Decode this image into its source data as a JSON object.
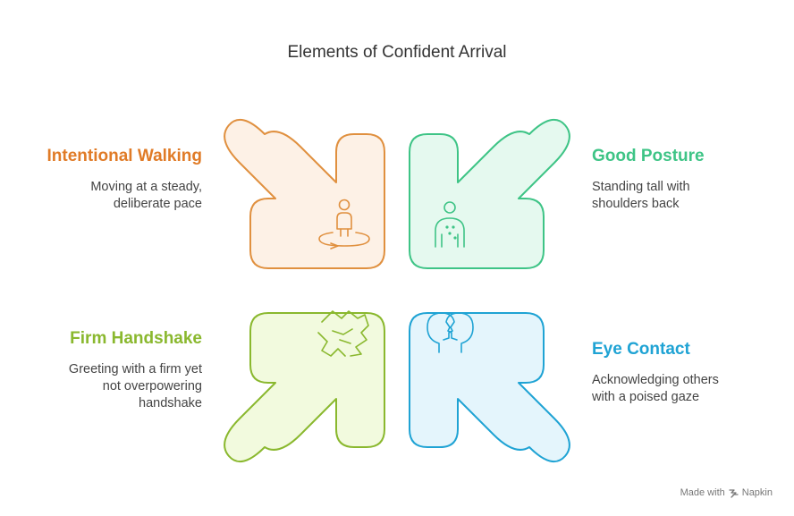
{
  "title": "Elements of Confident Arrival",
  "items": [
    {
      "heading": "Intentional Walking",
      "desc": [
        "Moving at a steady,",
        "deliberate pace"
      ],
      "icon": "person-walking-circle-icon",
      "color": "#e07b27"
    },
    {
      "heading": "Good Posture",
      "desc": [
        "Standing tall with",
        "shoulders back"
      ],
      "icon": "person-posture-icon",
      "color": "#3ec486"
    },
    {
      "heading": "Firm Handshake",
      "desc": [
        "Greeting with a firm yet",
        "not overpowering",
        "handshake"
      ],
      "icon": "handshake-icon",
      "color": "#8ab82e"
    },
    {
      "heading": "Eye Contact",
      "desc": [
        "Acknowledging others",
        "with a poised gaze"
      ],
      "icon": "two-faces-icon",
      "color": "#1fa3d4"
    }
  ],
  "footer": {
    "made_with": "Made with",
    "brand": "Napkin"
  }
}
